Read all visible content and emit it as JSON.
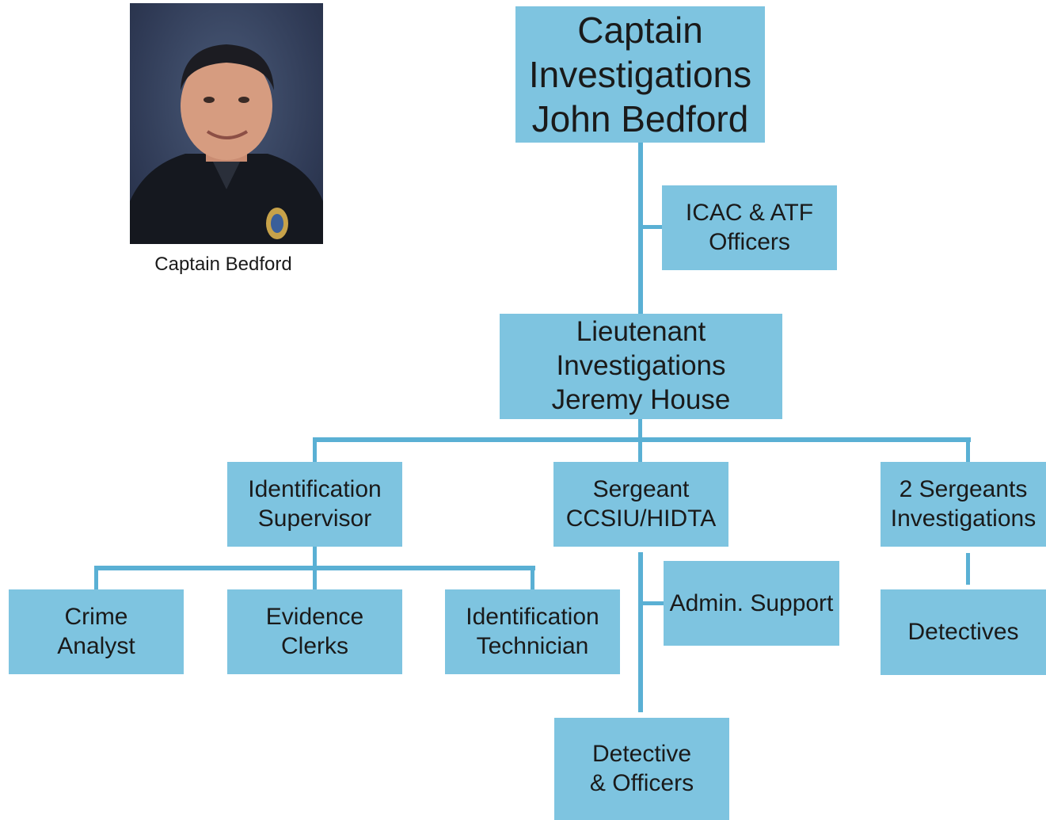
{
  "photo": {
    "caption": "Captain Bedford"
  },
  "nodes": {
    "captain": [
      "Captain",
      "Investigations",
      "John Bedford"
    ],
    "icac": [
      "ICAC & ATF",
      "Officers"
    ],
    "lieutenant": [
      "Lieutenant",
      "Investigations",
      "Jeremy House"
    ],
    "id_supervisor": [
      "Identification",
      "Supervisor"
    ],
    "sergeant_ccsiu": [
      "Sergeant",
      "CCSIU/HIDTA"
    ],
    "two_sergeants": [
      "2 Sergeants",
      "Investigations"
    ],
    "crime_analyst": [
      "Crime",
      "Analyst"
    ],
    "evidence_clerks": [
      "Evidence",
      "Clerks"
    ],
    "id_technician": [
      "Identification",
      "Technician"
    ],
    "admin_support": [
      "Admin. Support"
    ],
    "detectives": [
      "Detectives"
    ],
    "detective_officers": [
      "Detective",
      "& Officers"
    ]
  },
  "colors": {
    "box_fill": "#7ec4e0",
    "connector": "#5ab0d4"
  }
}
